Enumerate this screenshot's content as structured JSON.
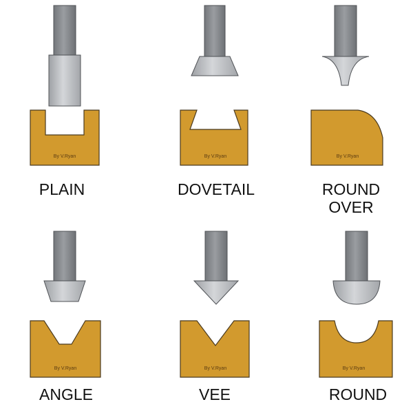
{
  "colors": {
    "wood": "#d29a2e",
    "wood_outline": "#4a3a20",
    "shank": "#8c8f93",
    "shank_dark": "#6d7074",
    "cutter": "#b5b8bc",
    "text": "#111111",
    "credit": "#5a3b12"
  },
  "credit_text": "By V.Ryan",
  "bits": [
    {
      "id": "plain",
      "label": "PLAIN",
      "icon": "plain-router-bit-icon"
    },
    {
      "id": "dovetail",
      "label": "DOVETAIL",
      "icon": "dovetail-router-bit-icon"
    },
    {
      "id": "round-over",
      "label": "ROUND\nOVER",
      "icon": "round-over-router-bit-icon"
    },
    {
      "id": "angle",
      "label": "ANGLE",
      "icon": "angle-router-bit-icon"
    },
    {
      "id": "vee",
      "label": "VEE",
      "icon": "vee-router-bit-icon"
    },
    {
      "id": "round",
      "label": "ROUND",
      "icon": "round-router-bit-icon"
    }
  ]
}
